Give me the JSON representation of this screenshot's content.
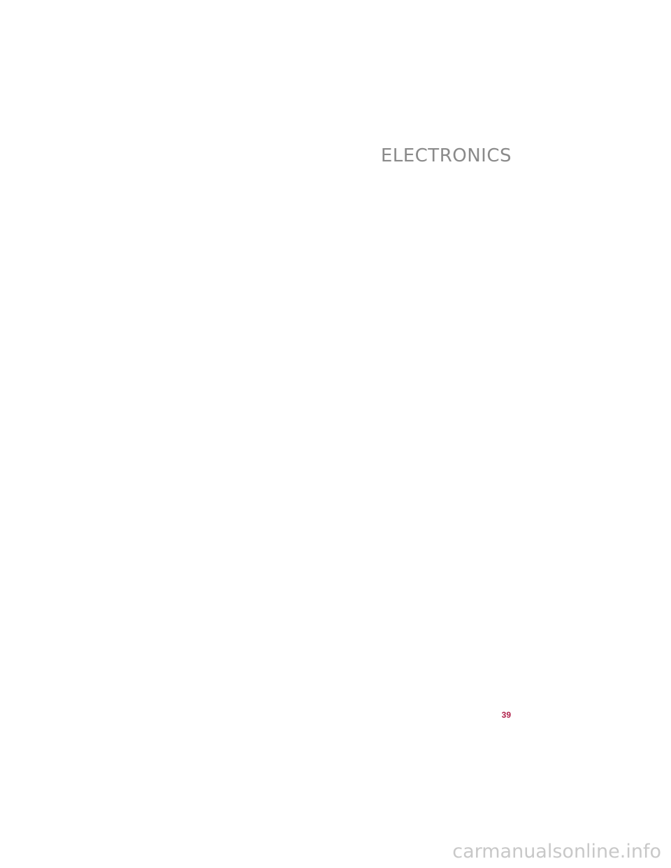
{
  "header": {
    "section_title": "ELECTRONICS"
  },
  "footer": {
    "page_number": "39"
  },
  "watermark": {
    "text": "carmanualsonline.info"
  },
  "colors": {
    "title": "#8a8a8a",
    "page_number": "#b0204a",
    "watermark": "#c8c8c8",
    "background": "#ffffff"
  }
}
